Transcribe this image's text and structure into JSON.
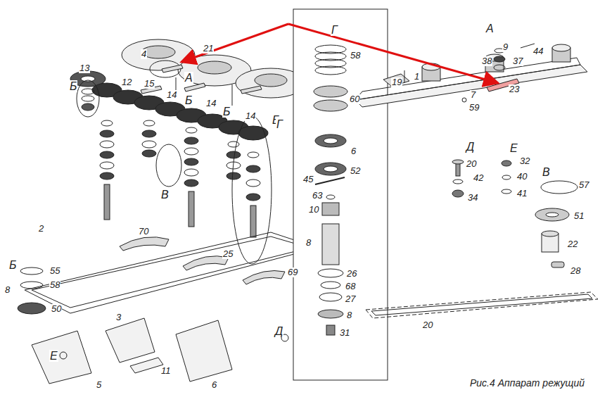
{
  "diagram": {
    "caption": "Рис.4 Аппарат режущий",
    "labels": [
      "А",
      "44",
      "9",
      "38",
      "37",
      "23",
      "19",
      "1",
      "7",
      "59",
      "Д",
      "20",
      "42",
      "34",
      "Е",
      "32",
      "40",
      "41",
      "В",
      "57",
      "51",
      "22",
      "28",
      "20",
      "Г",
      "58",
      "60",
      "6",
      "52",
      "45",
      "63",
      "10",
      "8",
      "26",
      "68",
      "27",
      "8",
      "31",
      "4",
      "А",
      "21",
      "13",
      "12",
      "15",
      "14",
      "Б",
      "14",
      "Б",
      "14",
      "Б",
      "Б",
      "Г",
      "В",
      "Б",
      "55",
      "58",
      "50",
      "8",
      "70",
      "25",
      "69",
      "2",
      "Е",
      "5",
      "3",
      "11",
      "6",
      "Д"
    ]
  }
}
